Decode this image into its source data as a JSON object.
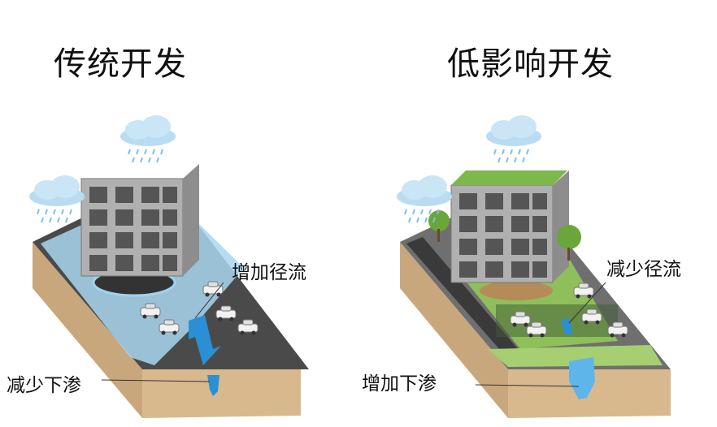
{
  "left_panel": {
    "title": "传统开发",
    "runoff_label": "增加径流",
    "infiltration_label": "减少下渗"
  },
  "right_panel": {
    "title": "低影响开发",
    "runoff_label": "减少径流",
    "infiltration_label": "增加下渗"
  },
  "colors": {
    "soil": "#c9a77c",
    "water": "#9fd3ef",
    "asphalt": "#3b3b3b",
    "grass": "#7cb84a",
    "building": "#a9a9a9",
    "arrow": "#2b8fd6"
  }
}
